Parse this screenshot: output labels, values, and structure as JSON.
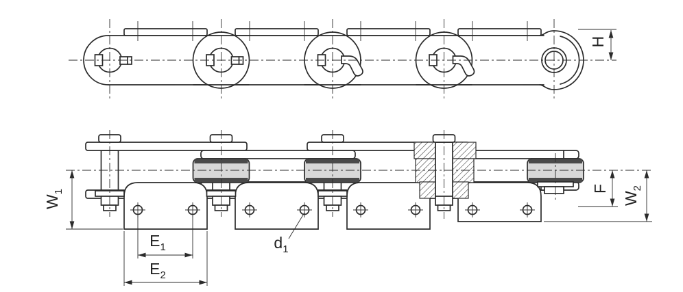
{
  "labels": {
    "H": {
      "main": "H",
      "sub": ""
    },
    "W1": {
      "main": "W",
      "sub": "1"
    },
    "W2": {
      "main": "W",
      "sub": "2"
    },
    "F": {
      "main": "F",
      "sub": ""
    },
    "E1": {
      "main": "E",
      "sub": "1"
    },
    "E2": {
      "main": "E",
      "sub": "2"
    },
    "d1": {
      "main": "d",
      "sub": "1"
    }
  },
  "colors": {
    "line": "#2b2b2b",
    "roller_fill": "#d8d8d8",
    "roller_band": "#4a4a4a",
    "background": "#ffffff"
  }
}
